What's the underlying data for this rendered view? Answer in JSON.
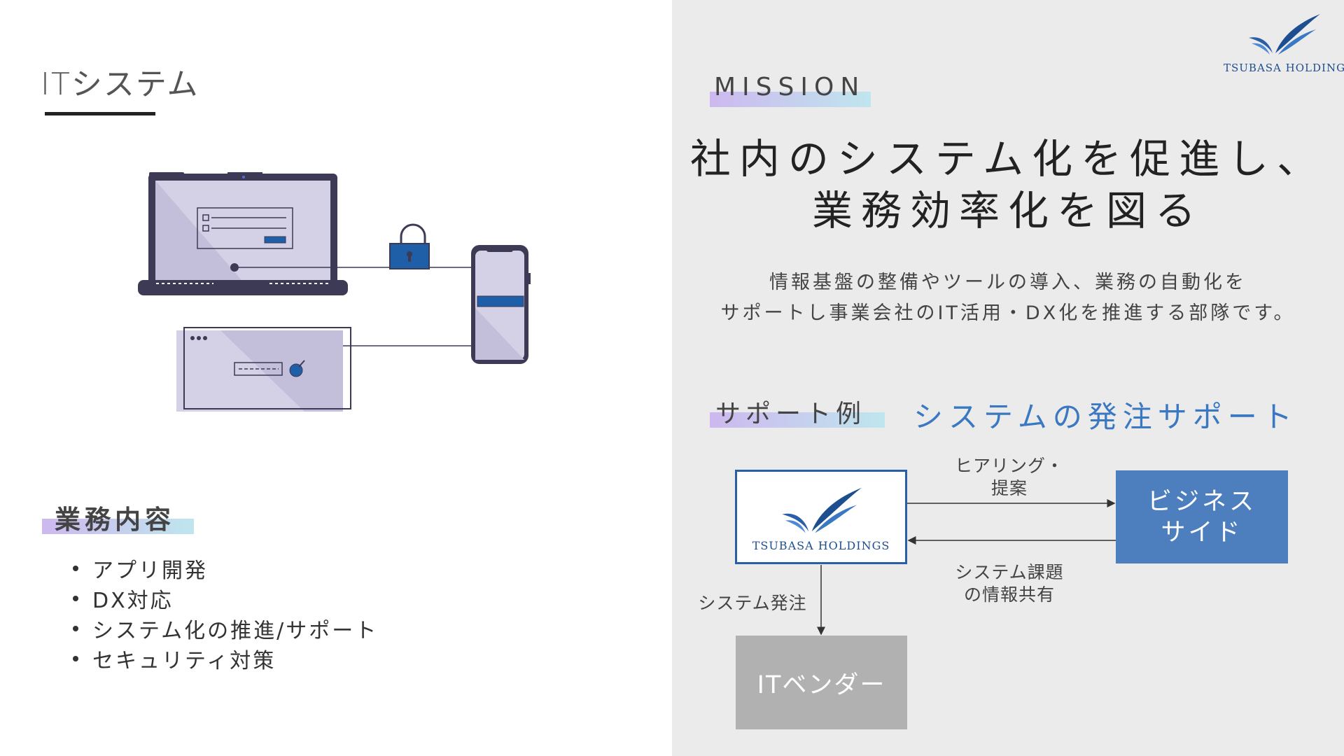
{
  "left": {
    "title": "ITシステム",
    "tasks": {
      "heading": "業務内容",
      "items": [
        "アプリ開発",
        "DX対応",
        "システム化の推進/サポート",
        "セキュリティ対策"
      ]
    }
  },
  "logo": {
    "text": "TSUBASA HOLDINGS"
  },
  "mission": {
    "label": "MISSION",
    "title_line1": "社内のシステム化を促進し、",
    "title_line2": "業務効率化を図る",
    "desc_line1": "情報基盤の整備やツールの導入、業務の自動化を",
    "desc_line2": "サポートし事業会社のIT活用・DX化を推進する部隊です。"
  },
  "support": {
    "label": "サポート例",
    "headline": "システムの発注サポート"
  },
  "flow": {
    "company_logo_text": "TSUBASA HOLDINGS",
    "business_line1": "ビジネス",
    "business_line2": "サイド",
    "vendor": "ITベンダー",
    "arrow_to_business_line1": "ヒアリング・",
    "arrow_to_business_line2": "提案",
    "arrow_from_business_line1": "システム課題",
    "arrow_from_business_line2": "の情報共有",
    "arrow_to_vendor": "システム発注"
  },
  "colors": {
    "accent_blue": "#3a78c2",
    "business_box": "#4d7fbe",
    "vendor_box": "#b1b1b1",
    "illustration_navy": "#3d3a55",
    "illustration_lilac": "#d4d0e6",
    "lock_blue": "#1f5fa8"
  },
  "icons": [
    "laptop-icon",
    "lock-icon",
    "smartphone-icon",
    "browser-window-icon",
    "wing-logo-icon"
  ]
}
